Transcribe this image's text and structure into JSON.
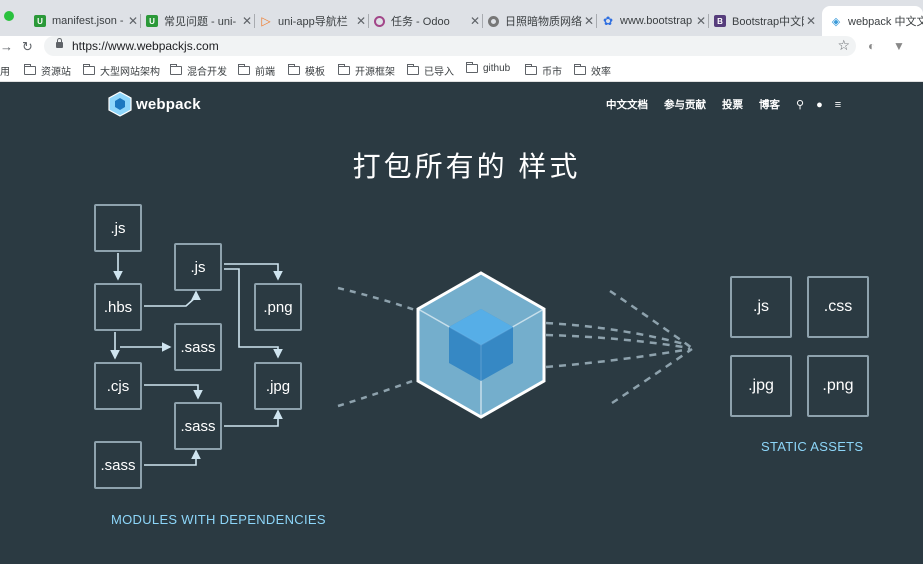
{
  "tabs": [
    {
      "title": "manifest.json -",
      "icon": "uni-app-icon",
      "color": "#2b9939",
      "glyph": "U"
    },
    {
      "title": "常见问题 - uni-",
      "icon": "uni-app-icon",
      "color": "#2b9939",
      "glyph": "U"
    },
    {
      "title": "uni-app导航栏",
      "icon": "dcloud-icon",
      "color": "#ef7b2b",
      "glyph": "▷"
    },
    {
      "title": "任务 - Odoo",
      "icon": "odoo-icon",
      "color": "#a24689",
      "glyph": "○"
    },
    {
      "title": "日照暗物质网络",
      "icon": "globe-icon",
      "color": "#777777",
      "glyph": "◉"
    },
    {
      "title": "www.bootstrap",
      "icon": "baidu-paw-icon",
      "color": "#2f6fe0",
      "glyph": "✿"
    },
    {
      "title": "Bootstrap中文网",
      "icon": "bootstrap-icon",
      "color": "#563d7c",
      "glyph": "B"
    },
    {
      "title": "webpack 中文文档",
      "icon": "webpack-icon",
      "color": "#3a9ad9",
      "glyph": "◈"
    }
  ],
  "address_bar": {
    "url": "https://www.webpackjs.com"
  },
  "bookmarks": [
    "用",
    "资源站",
    "大型网站架构",
    "混合开发",
    "前端",
    "模板",
    "开源框架",
    "已导入",
    "github",
    "币市",
    "效率"
  ],
  "site": {
    "logo_text": "webpack",
    "nav": [
      "中文文档",
      "参与贡献",
      "投票",
      "博客"
    ],
    "headline": "打包所有的 样式"
  },
  "modules": {
    "js1": ".js",
    "js2": ".js",
    "hbs": ".hbs",
    "png": ".png",
    "sass1": ".sass",
    "cjs": ".cjs",
    "jpg": ".jpg",
    "sass2": ".sass",
    "sass3": ".sass"
  },
  "assets": [
    ".js",
    ".css",
    ".jpg",
    ".png"
  ],
  "captions": {
    "modules": "MODULES WITH DEPENDENCIES",
    "assets": "STATIC ASSETS"
  },
  "colors": {
    "page_bg": "#2b3a42",
    "caption": "#8dd6f9",
    "box_border": "#8ea2ad",
    "cube_light": "#8ed6fb",
    "cube_dark": "#1c78c0"
  }
}
